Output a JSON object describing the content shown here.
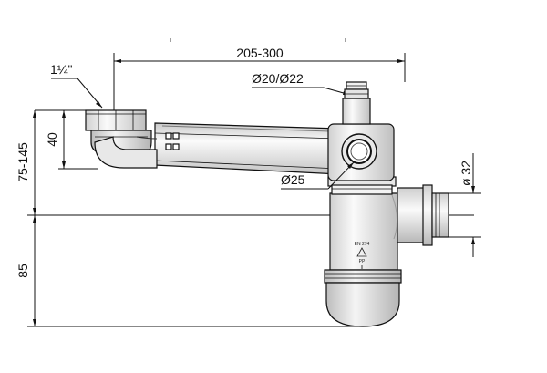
{
  "dimensions": {
    "top_width": "205-300",
    "thread_size": "1¼\"",
    "side_connection": "Ø20/Ø22",
    "height_40": "40",
    "height_range": "75-145",
    "pipe_25": "Ø25",
    "outlet_32": "ø 32",
    "height_85": "85"
  },
  "marks": {
    "standard": "EN 274",
    "material": "PP"
  },
  "colors": {
    "line": "#111111",
    "body_light": "#f6f6f6",
    "body_mid": "#d9d9d9",
    "body_dark": "#9a9a9a"
  }
}
